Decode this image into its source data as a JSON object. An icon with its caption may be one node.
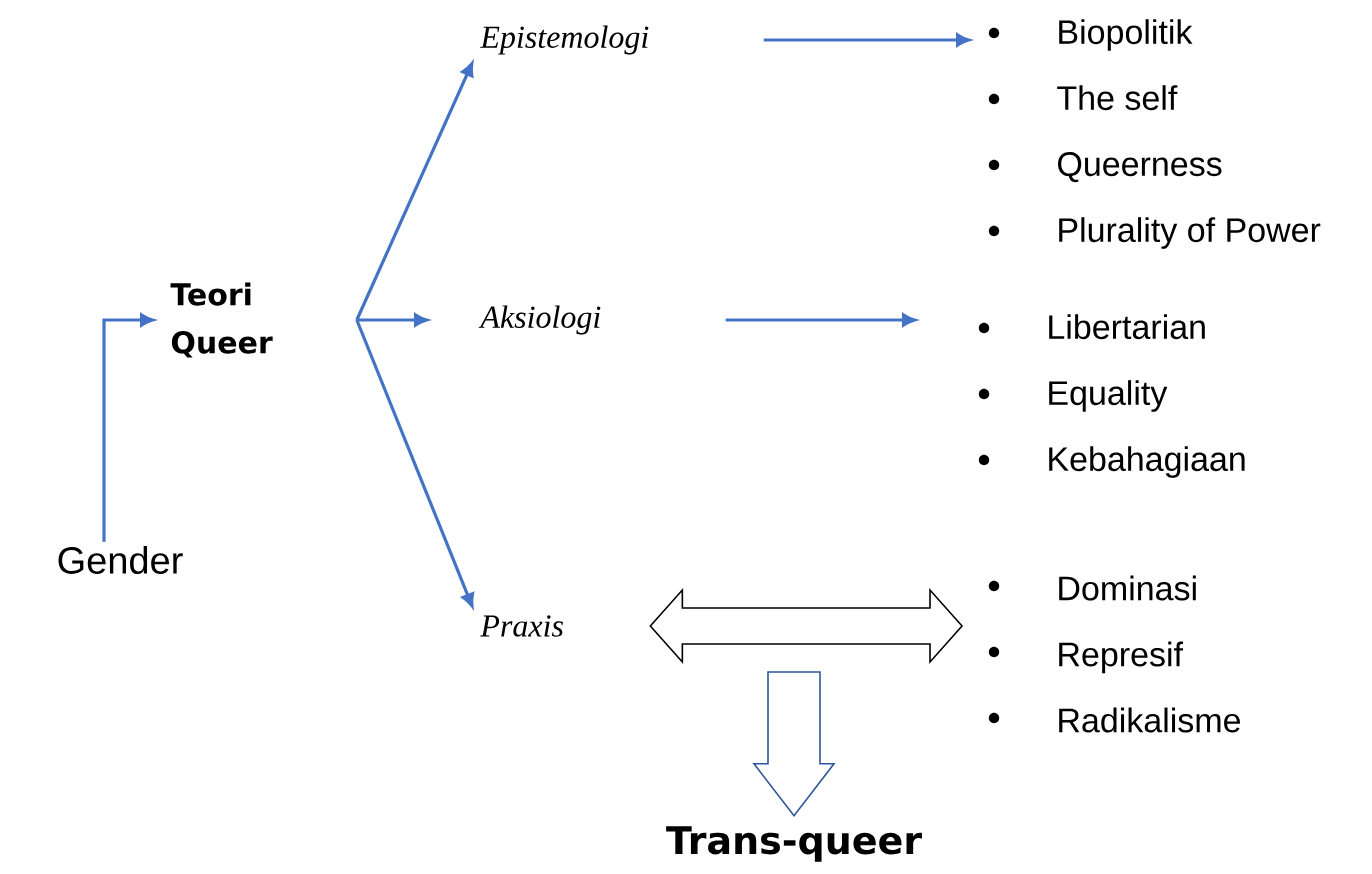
{
  "diagram": {
    "nodes": [
      {
        "text": [
          "Gender"
        ]
      },
      {
        "text": [
          "Teori Queer"
        ]
      },
      {
        "text": [
          "Epistemologi"
        ]
      },
      {
        "text": [
          "Biopolitik",
          "The self",
          "Queerness",
          "Plurality of Power"
        ]
      },
      {
        "text": [
          "Aksiologi"
        ]
      },
      {
        "text": [
          "Libertarian",
          "Equality",
          "Kebahagiaan"
        ]
      },
      {
        "text": [
          "Praxis"
        ]
      },
      {
        "text": [
          "Dominasi",
          "Represif",
          "Radikalisme"
        ]
      },
      {
        "text": [
          "Trans-queer"
        ]
      }
    ],
    "edges": [
      {
        "from": 0,
        "to": 1,
        "arrow": "to"
      },
      {
        "from": 1,
        "to": 2,
        "arrow": "to"
      },
      {
        "from": 1,
        "to": 4,
        "arrow": "to"
      },
      {
        "from": 1,
        "to": 6,
        "arrow": "to"
      },
      {
        "from": 2,
        "to": 3,
        "arrow": "to"
      },
      {
        "from": 4,
        "to": 5,
        "arrow": "to"
      },
      {
        "from": 6,
        "to": 7,
        "arrow": "both",
        "style": "thick",
        "color": "#000000"
      },
      {
        "from": null,
        "to": 8,
        "arrow": "to",
        "style": "thick",
        "color": "#2f5597"
      }
    ]
  }
}
